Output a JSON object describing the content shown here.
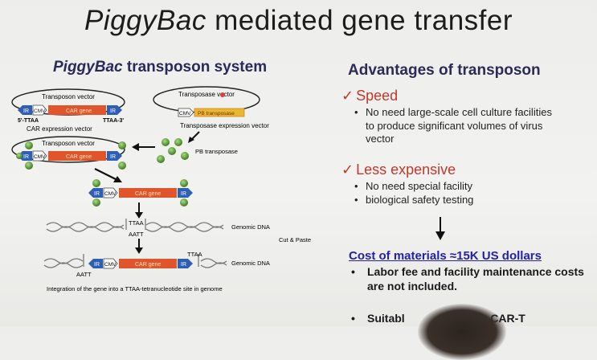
{
  "title": {
    "italic": "PiggyBac",
    "rest": " mediated gene transfer"
  },
  "left_panel": {
    "heading_italic": "PiggyBac",
    "heading_rest": " transposon system",
    "labels": {
      "transposon_vector": "Transposon vector",
      "transposase_vector": "Transposase vector",
      "ir": "IR",
      "cmv": "CMV",
      "car_gene": "CAR gene",
      "pb_transposase": "PB transposase",
      "ttaa_5": "5'-TTAA",
      "ttaa_3": "TTAA-3'",
      "car_expression_vector": "CAR expression vector",
      "transposase_expression_vector": "Transposase expression vector",
      "pb_transposase_caption": "PB transposase",
      "ttaa": "TTAA",
      "aatt": "AATT",
      "genomic_dna": "Genomic DNA",
      "cut_paste": "Cut & Paste",
      "integration_caption": "Integration of the gene into a TTAA-tetranucleotide site in genome"
    }
  },
  "right_panel": {
    "heading": "Advantages of transposon",
    "speed": {
      "title": "Speed",
      "bullets": [
        "No need large-scale cell culture facilities to produce significant volumes of virus vector"
      ]
    },
    "less_expensive": {
      "title": "Less expensive",
      "bullets": [
        "No need special facility",
        "biological safety testing"
      ]
    },
    "cost": "Cost of materials ≈15K US dollars",
    "bold_bullets": [
      "Labor fee and facility maintenance costs are not included.",
      "Suitabl                 made CAR-T"
    ],
    "check_glyph": "✓"
  },
  "colors": {
    "car_gene": "#e0552b",
    "ir_box": "#2f5fb3",
    "bead": "#5a9a3a",
    "pb_box": "#e8b830"
  }
}
